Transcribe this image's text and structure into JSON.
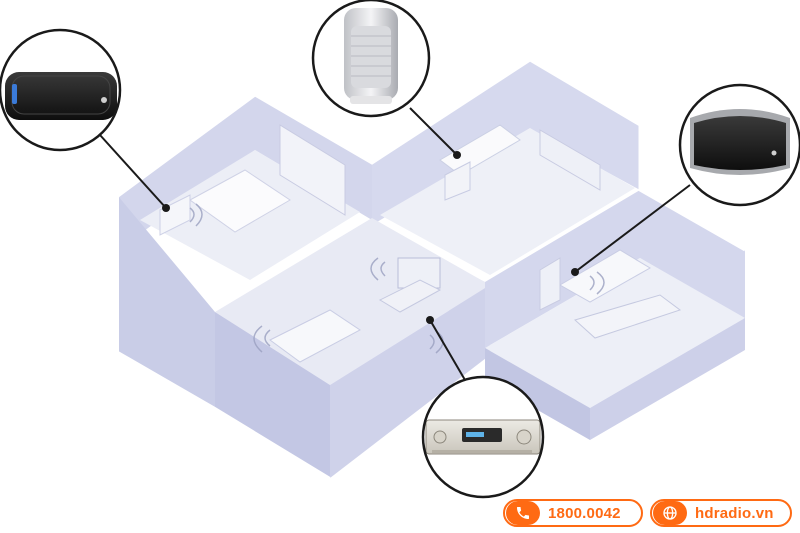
{
  "footer": {
    "hotline": "1800.0042",
    "website": "hdradio.vn"
  },
  "icons": {
    "hotline": "phone-icon",
    "website": "globe-icon"
  },
  "colors": {
    "brand": "#ff6a13",
    "floor": "#e9ebf4",
    "wall": "#c7cbe6",
    "callout_border": "#1a1a1a"
  },
  "callouts": [
    {
      "name": "wireless-speaker-bedroom",
      "room": "bedroom"
    },
    {
      "name": "portable-speaker-office",
      "room": "office"
    },
    {
      "name": "wireless-speaker-dining",
      "room": "dining room"
    },
    {
      "name": "network-receiver-living",
      "room": "living room"
    }
  ]
}
